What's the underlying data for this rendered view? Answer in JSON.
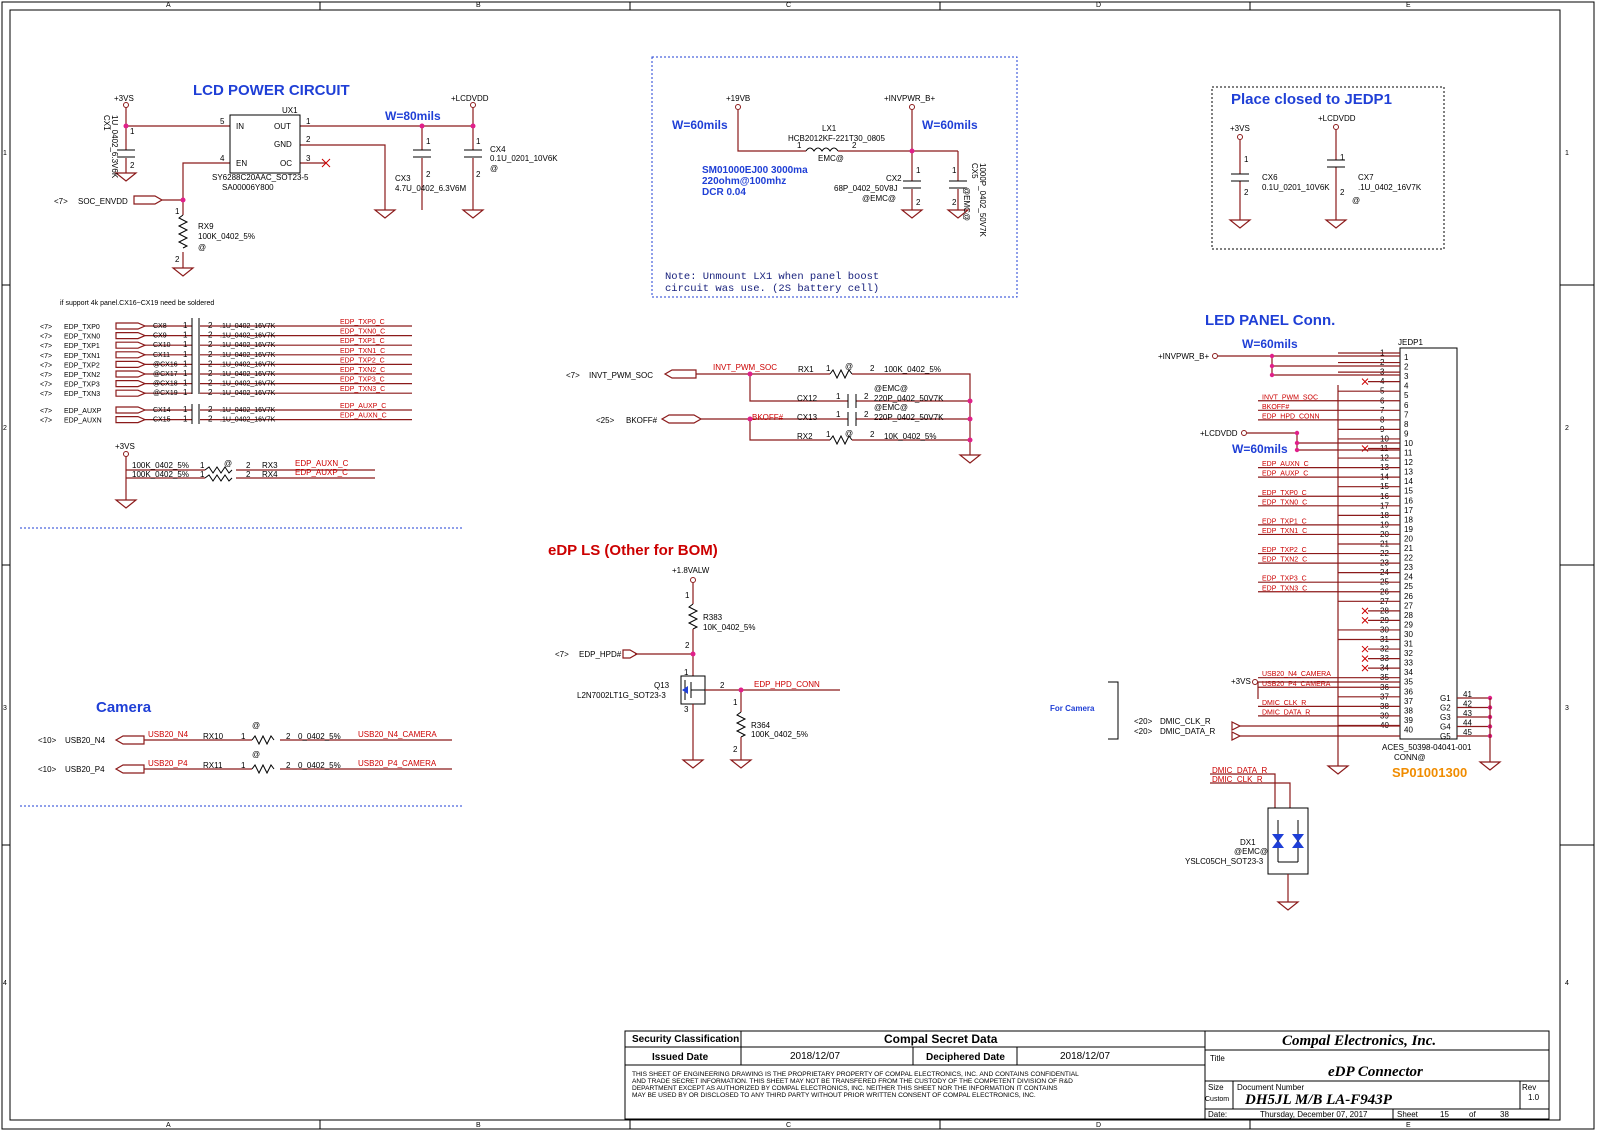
{
  "border": {
    "cols": [
      "A",
      "B",
      "C",
      "D",
      "E"
    ],
    "rows": [
      "1",
      "2",
      "3",
      "4"
    ]
  },
  "lcd_power": {
    "title": "LCD POWER CIRCUIT",
    "v3vs": "+3VS",
    "lcdvdd": "+LCDVDD",
    "width_note": "W=80mils",
    "ux1": "UX1",
    "ux1_part": "SY6288C20AAC_SOT23-5",
    "ux1_pn": "SA00006Y800",
    "pin_in": "IN",
    "pin_out": "OUT",
    "pin_gnd": "GND",
    "pin_en": "EN",
    "pin_oc": "OC",
    "cx1": "CX1",
    "cx1_val": "1U_0402_6.3V6K",
    "cx3": "CX3",
    "cx3_val": "4.7U_0402_6.3V6M",
    "cx4": "CX4",
    "cx4_val": "0.1U_0201_10V6K",
    "cx4_opt": "@",
    "soc_ref": "<7>",
    "soc_envdd": "SOC_ENVDD",
    "rx9": "RX9",
    "rx9_val": "100K_0402_5%",
    "rx9_opt": "@"
  },
  "inductor_box": {
    "v19vb": "+19VB",
    "invpwr": "+INVPWR_B+",
    "w_left": "W=60mils",
    "w_right": "W=60mils",
    "lx1": "LX1",
    "lx1_val": "HCB2012KF-221T30_0805",
    "emc": "EMC@",
    "sm1": "SM01000EJ00 3000ma",
    "sm2": "220ohm@100mhz",
    "sm3": "DCR 0.04",
    "cx2": "CX2",
    "cx2_val": "68P_0402_50V8J",
    "cx2_opt": "@EMC@",
    "cx5": "CX5",
    "cx5_val": "1000P_0402_50V7K",
    "cx5_opt": "@EMC@",
    "note1": "Note: Unmount LX1 when panel boost",
    "note2": "circuit was use. (2S battery cell)"
  },
  "jedp_caps": {
    "title": "Place closed to JEDP1",
    "v3vs": "+3VS",
    "lcdvdd": "+LCDVDD",
    "cx6": "CX6",
    "cx6_val": "0.1U_0201_10V6K",
    "cx7": "CX7",
    "cx7_val": ".1U_0402_16V7K",
    "cx7_opt": "@"
  },
  "edp_caps": {
    "note": "if support 4k panel.CX16~CX19 need be soldered",
    "rows": [
      {
        "ref": "<7>",
        "net": "EDP_TXP0",
        "cap": "CX8",
        "val": ".1U_0402_16V7K",
        "out": "EDP_TXP0_C"
      },
      {
        "ref": "<7>",
        "net": "EDP_TXN0",
        "cap": "CX9",
        "val": ".1U_0402_16V7K",
        "out": "EDP_TXN0_C"
      },
      {
        "ref": "<7>",
        "net": "EDP_TXP1",
        "cap": "CX10",
        "val": ".1U_0402_16V7K",
        "out": "EDP_TXP1_C"
      },
      {
        "ref": "<7>",
        "net": "EDP_TXN1",
        "cap": "CX11",
        "val": ".1U_0402_16V7K",
        "out": "EDP_TXN1_C"
      },
      {
        "ref": "<7>",
        "net": "EDP_TXP2",
        "cap": "@CX16",
        "val": ".1U_0402_16V7K",
        "out": "EDP_TXP2_C"
      },
      {
        "ref": "<7>",
        "net": "EDP_TXN2",
        "cap": "@CX17",
        "val": ".1U_0402_16V7K",
        "out": "EDP_TXN2_C"
      },
      {
        "ref": "<7>",
        "net": "EDP_TXP3",
        "cap": "@CX18",
        "val": ".1U_0402_16V7K",
        "out": "EDP_TXP3_C"
      },
      {
        "ref": "<7>",
        "net": "EDP_TXN3",
        "cap": "@CX19",
        "val": ".1U_0402_16V7K",
        "out": "EDP_TXN3_C"
      }
    ],
    "aux_rows": [
      {
        "ref": "<7>",
        "net": "EDP_AUXP",
        "cap": "CX14",
        "val": ".1U_0402_16V7K",
        "out": "EDP_AUXP_C"
      },
      {
        "ref": "<7>",
        "net": "EDP_AUXN",
        "cap": "CX15",
        "val": ".1U_0402_16V7K",
        "out": "EDP_AUXN_C"
      }
    ],
    "v3vs": "+3VS",
    "rx3_val": "100K_0402_5%",
    "rx4_val": "100K_0402_5%",
    "rx3": "RX3",
    "rx4": "RX4",
    "rx3_out": "EDP_AUXN_C",
    "rx4_out": "EDP_AUXP_C",
    "opt": "@"
  },
  "pwm": {
    "ref7": "<7>",
    "invt_pwm_soc": "INVT_PWM_SOC",
    "ref25": "<25>",
    "bkoff": "BKOFF#",
    "net_pwm": "INVT_PWM_SOC",
    "net_bkoff": "BKOFF#",
    "rx1": "RX1",
    "rx1_val": "100K_0402_5%",
    "cx12": "CX12",
    "cx12_val": "220P_0402_50V7K",
    "cx13": "CX13",
    "cx13_val": "220P_0402_50V7K",
    "rx2": "RX2",
    "rx2_val": "10K_0402_5%",
    "emc": "@EMC@",
    "opt": "@"
  },
  "edp_ls": {
    "title": "eDP LS (Other for BOM)",
    "v18": "+1.8VALW",
    "r383": "R383",
    "r383_val": "10K_0402_5%",
    "ref7": "<7>",
    "hpd": "EDP_HPD#",
    "q13": "Q13",
    "q13_part": "L2N7002LT1G_SOT23-3",
    "hpd_conn": "EDP_HPD_CONN",
    "r364": "R364",
    "r364_val": "100K_0402_5%"
  },
  "camera": {
    "title": "Camera",
    "rows": [
      {
        "ref": "<10>",
        "net": "USB20_N4",
        "red": "USB20_N4",
        "r": "RX10",
        "val": "0_0402_5%",
        "out": "USB20_N4_CAMERA"
      },
      {
        "ref": "<10>",
        "net": "USB20_P4",
        "red": "USB20_P4",
        "r": "RX11",
        "val": "0_0402_5%",
        "out": "USB20_P4_CAMERA"
      }
    ],
    "opt": "@"
  },
  "led_panel": {
    "title": "LED PANEL Conn.",
    "jedp1": "JEDP1",
    "invpwr": "+INVPWR_B+",
    "w1": "W=60mils",
    "lcdvdd": "+LCDVDD",
    "w2": "W=60mils",
    "v3vs": "+3VS",
    "for_camera": "For Camera",
    "ref20a": "<20>",
    "ref20b": "<20>",
    "dmic_clk": "DMIC_CLK_R",
    "dmic_data": "DMIC_DATA_R",
    "gpins": [
      "G1",
      "G2",
      "G3",
      "G4",
      "G5"
    ],
    "gnums": [
      "41",
      "42",
      "43",
      "44",
      "45"
    ],
    "conn_part": "ACES_50398-04041-001",
    "conn_label": "CONN@",
    "sp": "SP01001300",
    "nets": {
      "6": "INVT_PWM_SOC",
      "7": "BKOFF#",
      "8": "EDP_HPD_CONN",
      "13": "EDP_AUXN_C",
      "14": "EDP_AUXP_C",
      "16": "EDP_TXP0_C",
      "17": "EDP_TXN0_C",
      "19": "EDP_TXP1_C",
      "20": "EDP_TXN1_C",
      "22": "EDP_TXP2_C",
      "23": "EDP_TXN2_C",
      "25": "EDP_TXP3_C",
      "26": "EDP_TXN3_C",
      "35": "USB20_N4_CAMERA",
      "36": "USB20_P4_CAMERA",
      "38": "DMIC_CLK_R",
      "39": "DMIC_DATA_R"
    },
    "dx1_top1": "DMIC_DATA_R",
    "dx1_top2": "DMIC_CLK_R",
    "dx1": "DX1",
    "dx1_opt": "@EMC@",
    "dx1_part": "YSLC05CH_SOT23-3"
  },
  "title_block": {
    "security": "Security Classification",
    "secret": "Compal Secret Data",
    "issued": "Issued Date",
    "issued_val": "2018/12/07",
    "deciphered": "Deciphered Date",
    "deciphered_val": "2018/12/07",
    "legal1": "THIS SHEET OF ENGINEERING DRAWING IS THE PROPRIETARY PROPERTY OF COMPAL ELECTRONICS, INC. AND CONTAINS CONFIDENTIAL",
    "legal2": "AND TRADE SECRET INFORMATION. THIS SHEET MAY NOT BE TRANSFERED FROM THE CUSTODY OF THE COMPETENT DIVISION OF R&D",
    "legal3": "DEPARTMENT EXCEPT AS AUTHORIZED BY COMPAL ELECTRONICS, INC. NEITHER THIS SHEET NOR THE INFORMATION IT CONTAINS",
    "legal4": "MAY BE USED BY OR DISCLOSED TO ANY THIRD PARTY WITHOUT PRIOR WRITTEN CONSENT OF COMPAL ELECTRONICS, INC.",
    "company": "Compal Electronics, Inc.",
    "title_lbl": "Title",
    "title": "eDP Connector",
    "size_lbl": "Size",
    "size": "Custom",
    "docnum_lbl": "Document Number",
    "docnum": "DH5JL M/B LA-F943P",
    "rev_lbl": "Rev",
    "rev": "1.0",
    "date_lbl": "Date:",
    "date": "Thursday, December 07, 2017",
    "sheet_lbl": "Sheet",
    "sheet": "15",
    "of_lbl": "of",
    "of": "38"
  }
}
